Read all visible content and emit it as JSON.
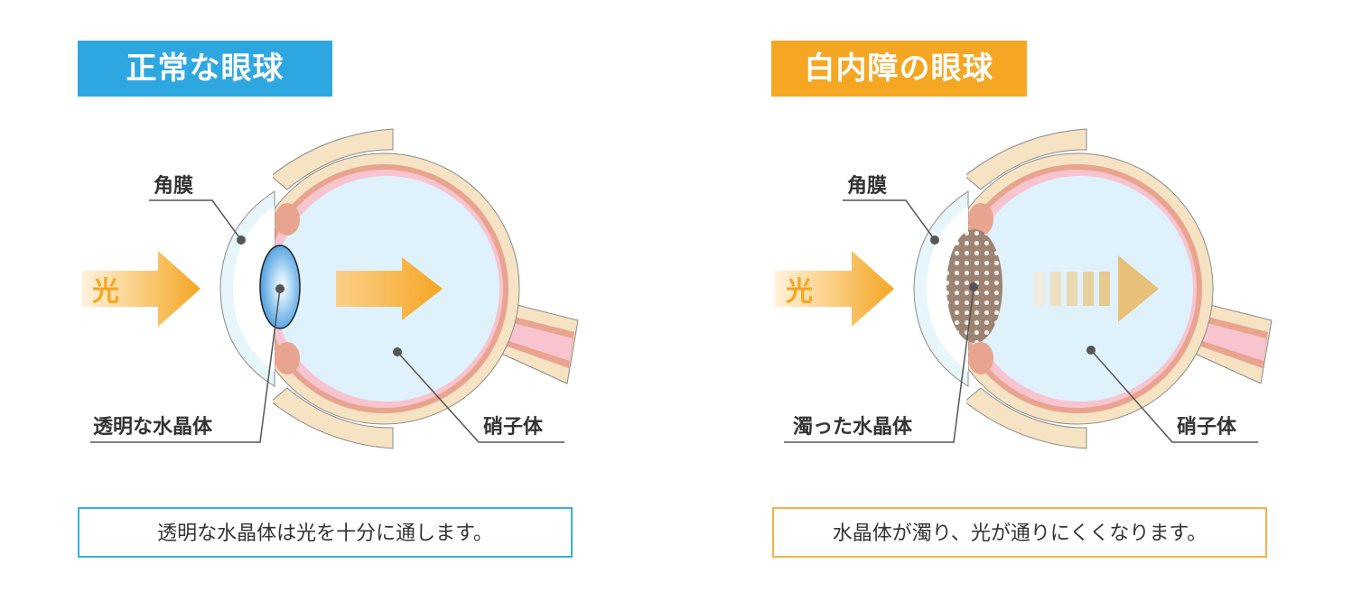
{
  "normal": {
    "title": "正常な眼球",
    "light_label": "光",
    "cornea_label": "角膜",
    "lens_label": "透明な水晶体",
    "vitreous_label": "硝子体",
    "caption": "透明な水晶体は光を十分に通します。",
    "accent": "#2ea7e0"
  },
  "cataract": {
    "title": "白内障の眼球",
    "light_label": "光",
    "cornea_label": "角膜",
    "lens_label": "濁った水晶体",
    "vitreous_label": "硝子体",
    "caption": "水晶体が濁り、光が通りにくくなります。",
    "accent": "#f5a623"
  }
}
